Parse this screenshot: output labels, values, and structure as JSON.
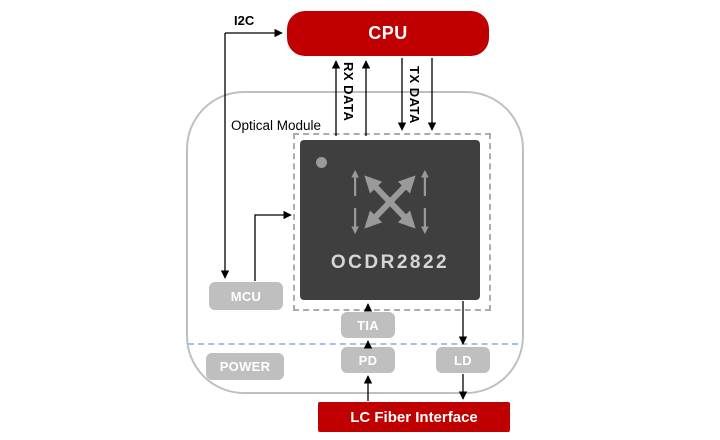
{
  "diagram": {
    "i2c_label": "I2C",
    "cpu_label": "CPU",
    "optical_module_label": "Optical Module",
    "chip_label": "OCDR2822",
    "rx_data_label": "RX DATA",
    "tx_data_label": "TX DATA",
    "blocks": {
      "mcu": "MCU",
      "tia": "TIA",
      "pd": "PD",
      "power": "POWER",
      "ld": "LD"
    },
    "fiber_interface_label": "LC Fiber Interface",
    "colors": {
      "accent_red": "#C00000",
      "chip_body": "#3F3F3F",
      "block_gray": "#BFBFBF",
      "module_outline": "#BFBFBF",
      "boundary_dash_blue": "#9DC3E6",
      "wire_black": "#000000"
    }
  }
}
